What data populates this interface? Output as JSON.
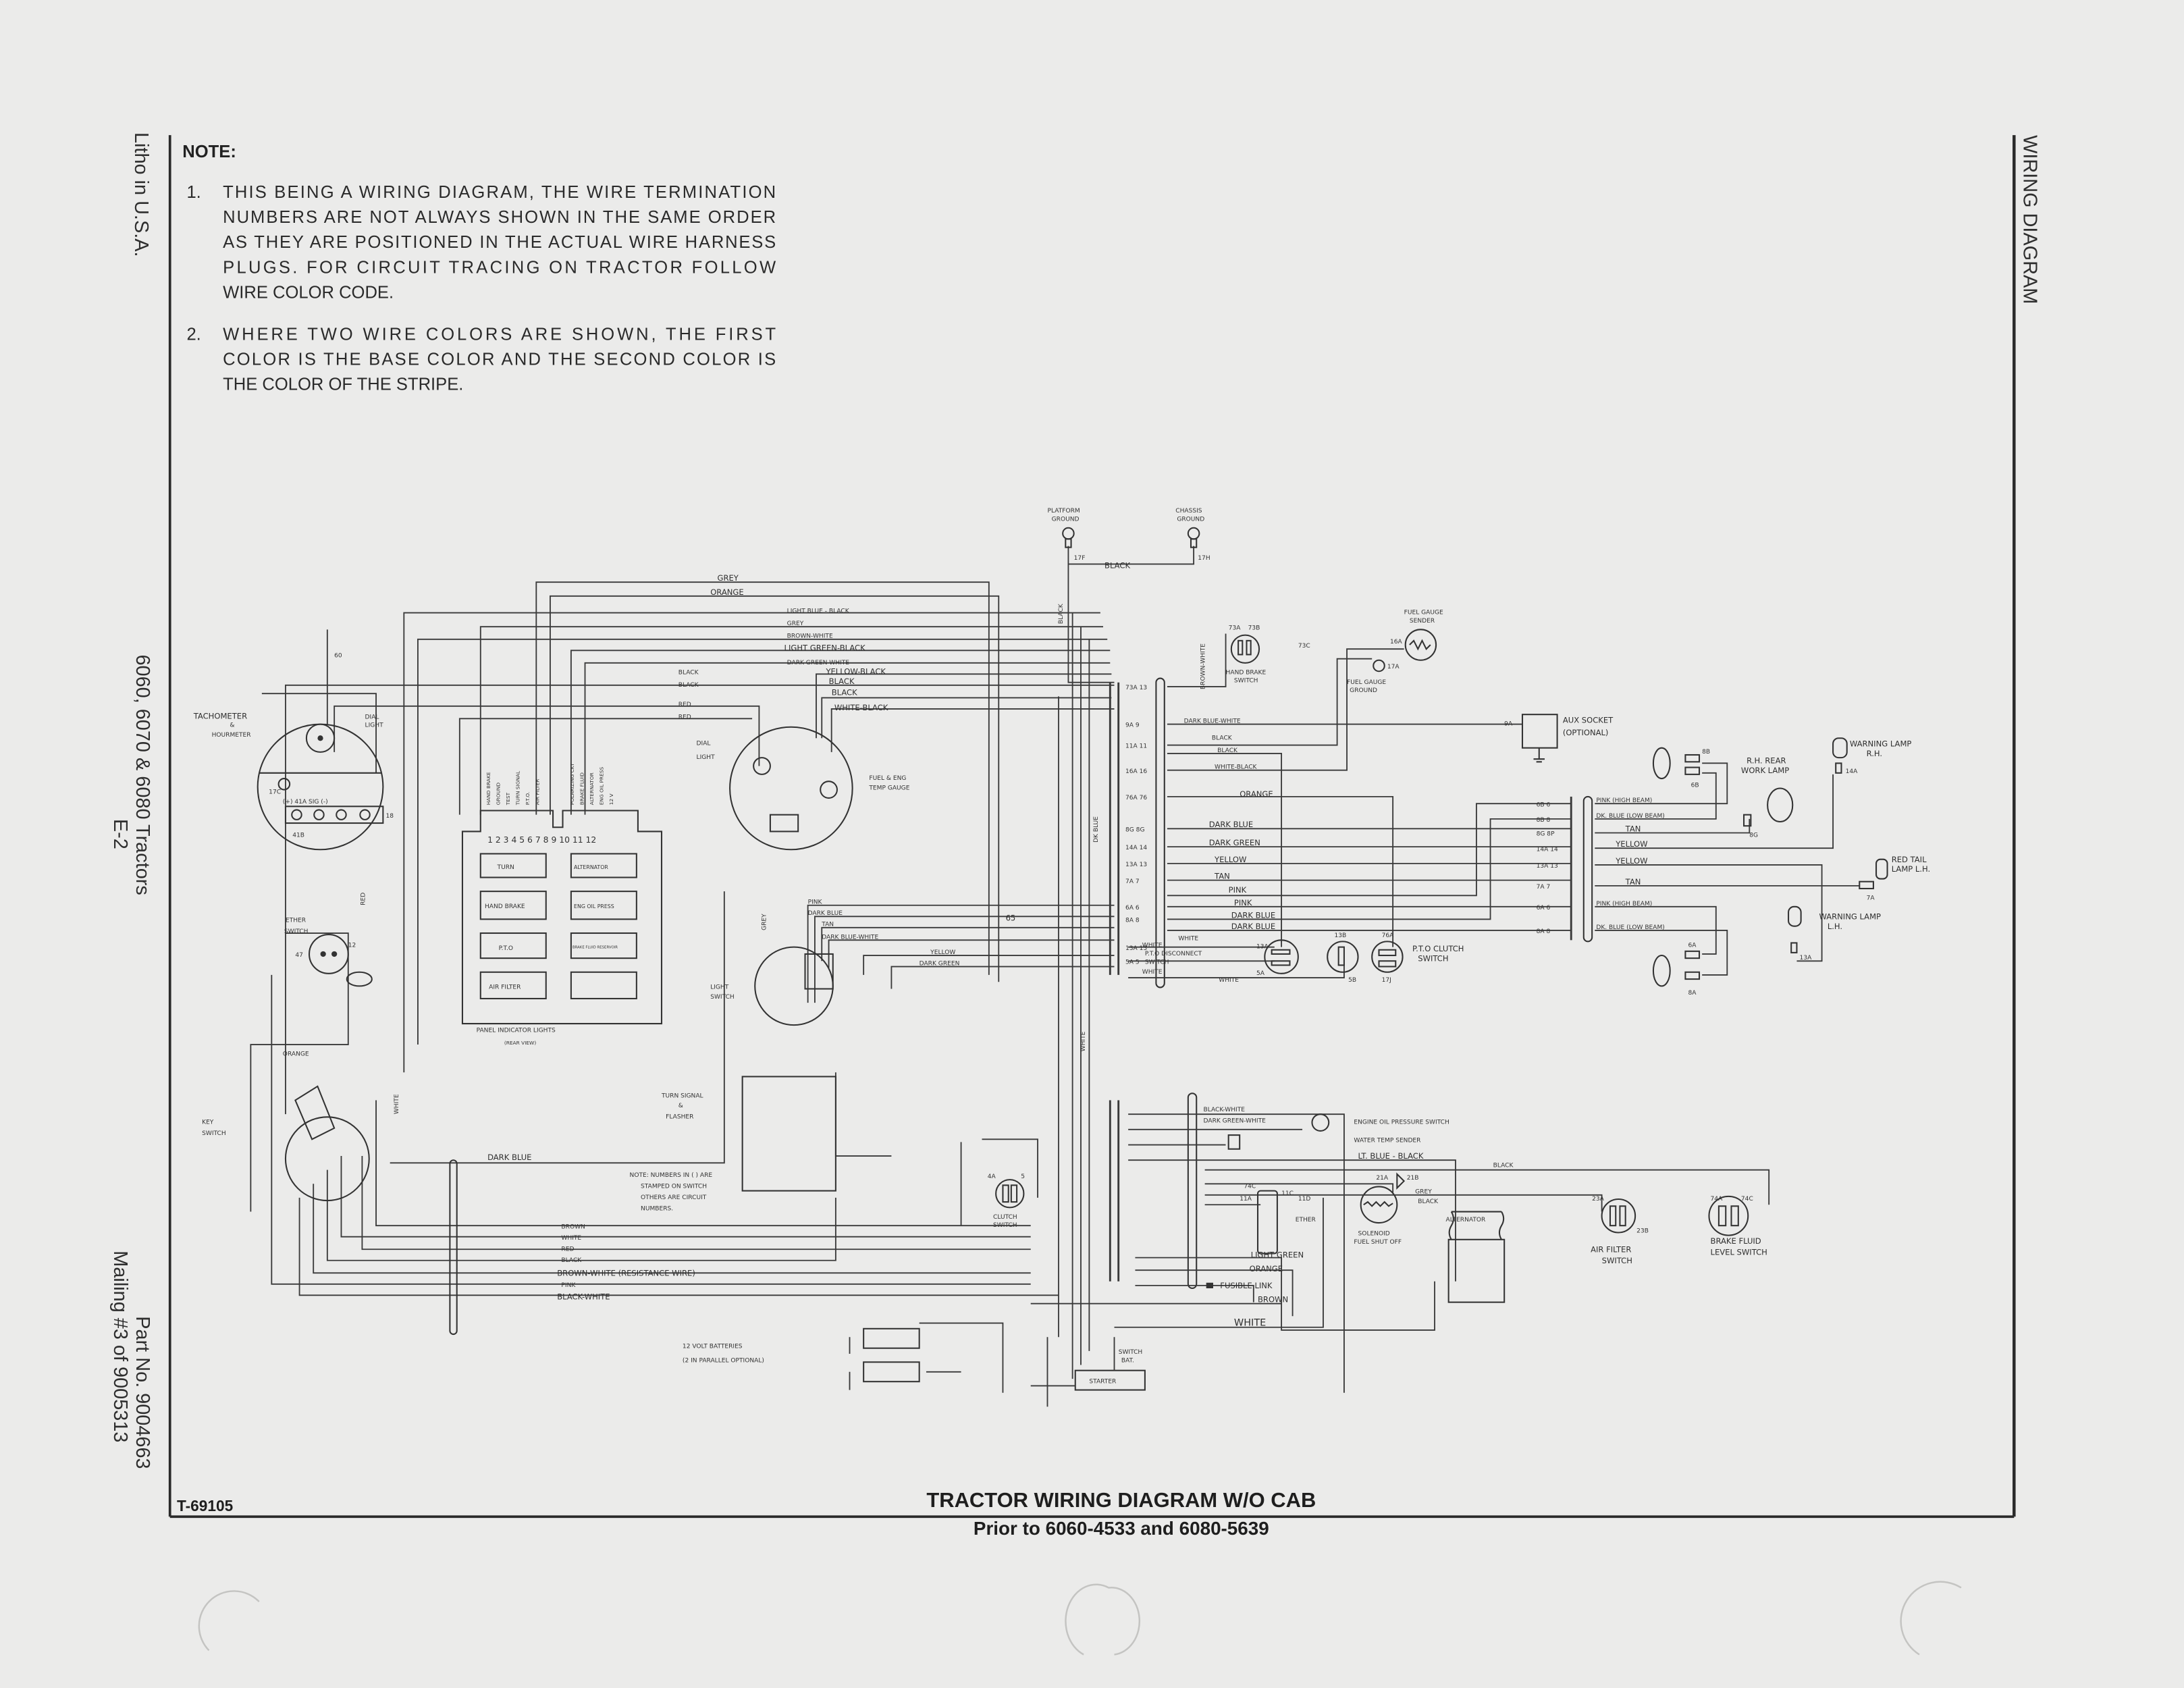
{
  "margin_left": {
    "litho": "Litho in U.S.A.",
    "models": "6060, 6070 & 6080 Tractors",
    "section": "E-2",
    "part_no": "Part No. 9004663",
    "mailing": "Mailing #3 of 9005313"
  },
  "margin_right": {
    "header": "WIRING DIAGRAM"
  },
  "note": {
    "heading": "NOTE:",
    "items": [
      {
        "num": "1.",
        "lines": [
          "THIS BEING A WIRING DIAGRAM, THE WIRE TERMINATION",
          "NUMBERS ARE NOT ALWAYS SHOWN IN THE SAME ORDER",
          "AS THEY ARE POSITIONED IN THE ACTUAL WIRE HARNESS",
          "PLUGS. FOR CIRCUIT TRACING ON TRACTOR FOLLOW",
          "WIRE COLOR CODE."
        ]
      },
      {
        "num": "2.",
        "lines": [
          "WHERE TWO WIRE COLORS ARE SHOWN, THE FIRST",
          "COLOR IS THE BASE COLOR AND THE SECOND COLOR IS",
          "THE COLOR OF THE STRIPE."
        ]
      }
    ]
  },
  "footer": {
    "drawing_no": "T-69105",
    "title": "TRACTOR WIRING DIAGRAM W/O CAB",
    "subtitle": "Prior to 6060-4533 and 6080-5639"
  },
  "components": {
    "platform_ground": [
      "PLATFORM",
      "GROUND"
    ],
    "chassis_ground": [
      "CHASSIS",
      "GROUND"
    ],
    "fuel_gauge_sender": [
      "FUEL GAUGE",
      "SENDER"
    ],
    "fuel_gauge_ground": [
      "FUEL GAUGE",
      "GROUND"
    ],
    "hand_brake_switch": [
      "HAND BRAKE",
      "SWITCH"
    ],
    "aux_socket": [
      "AUX SOCKET",
      "(OPTIONAL)"
    ],
    "rh_rear_work_lamp": [
      "R.H. REAR",
      "WORK LAMP"
    ],
    "warning_lamp_rh": [
      "WARNING LAMP",
      "R.H."
    ],
    "red_tail_lamp_lh": [
      "RED TAIL",
      "LAMP L.H."
    ],
    "warning_lamp_lh": [
      "WARNING LAMP",
      "L.H."
    ],
    "pto_clutch_switch": [
      "P.T.O CLUTCH",
      "SWITCH"
    ],
    "pto_disconnect_switch": [
      "P.T.O DISCONNECT",
      "SWITCH"
    ],
    "engine_oil_pressure_switch": "ENGINE OIL PRESSURE SWITCH",
    "water_temp_sender": "WATER TEMP SENDER",
    "ether": "ETHER",
    "solenoid": [
      "SOLENOID",
      "FUEL SHUT OFF"
    ],
    "alternator": "ALTERNATOR",
    "air_filter_switch": [
      "AIR FILTER",
      "SWITCH"
    ],
    "brake_fluid_level_switch": [
      "BRAKE FLUID",
      "LEVEL SWITCH"
    ],
    "starter": "STARTER",
    "switch_bat": [
      "SWITCH",
      "BAT."
    ],
    "batteries": [
      "12 VOLT BATTERIES",
      "(2 IN PARALLEL OPTIONAL)"
    ],
    "tachometer": [
      "TACHOMETER",
      "&",
      "HOURMETER"
    ],
    "dial_light": [
      "DIAL",
      "LIGHT"
    ],
    "fuel_temp_gauge": [
      "FUEL & ENG",
      "TEMP GAUGE"
    ],
    "ether_switch": [
      "ETHER",
      "SWITCH"
    ],
    "key_switch": [
      "KEY",
      "SWITCH"
    ],
    "light_switch": [
      "LIGHT",
      "SWITCH"
    ],
    "turn_signal": [
      "TURN SIGNAL",
      "&",
      "FLASHER"
    ],
    "clutch_switch": [
      "CLUTCH",
      "SWITCH"
    ],
    "numbers_note": [
      "NOTE: NUMBERS IN ( ) ARE",
      "STAMPED ON SWITCH",
      "OTHERS ARE CIRCUIT",
      "NUMBERS."
    ]
  },
  "panel": {
    "title": "PANEL INDICATOR LIGHTS",
    "subtitle": "(REAR VIEW)",
    "numbers": "1 2 3 4 5 6 7 8 9 10 11 12",
    "lights": [
      "TURN",
      "ALTERNATOR",
      "HAND BRAKE",
      "ENG OIL PRESS",
      "P.T.O",
      "BRAKE FLUID RESERVOIR",
      "AIR FILTER",
      ""
    ],
    "terminals": [
      "HAND BRAKE",
      "GROUND",
      "TEST",
      "TURN SIGNAL",
      "P.T.O.",
      "AIR FILTER",
      "POLARIZING CKT",
      "BRAKE FLUID",
      "ALTERNATOR",
      "ENG OIL PRESS",
      "12 V"
    ]
  },
  "wires": {
    "top": [
      "GREY",
      "ORANGE",
      "LIGHT BLUE - BLACK",
      "GREY",
      "BROWN-WHITE",
      "LIGHT GREEN-BLACK",
      "DARK GREEN-WHITE",
      "YELLOW-BLACK",
      "BLACK",
      "BLACK",
      "WHITE-BLACK",
      "BLACK",
      "BLACK",
      "RED",
      "RED"
    ],
    "ground_black": "BLACK",
    "main_harness": [
      "DARK BLUE-WHITE",
      "BLACK",
      "BLACK",
      "WHITE-BLACK",
      "ORANGE",
      "DARK BLUE",
      "DARK GREEN",
      "YELLOW",
      "TAN",
      "PINK",
      "PINK",
      "DARK BLUE",
      "DARK BLUE",
      "WHITE",
      "WHITE",
      "WHITE",
      "WHITE"
    ],
    "main_connector": [
      "73A 13",
      "9A 9",
      "11A 11",
      "16A 16",
      "76A 76",
      "8G 8G",
      "14A 14",
      "13A 13",
      "7A 7",
      "6A 6",
      "8A 8",
      "13A 13",
      "5A 5"
    ],
    "rear_harness": [
      "PINK (HIGH BEAM)",
      "DK. BLUE (LOW BEAM)",
      "TAN",
      "YELLOW",
      "YELLOW",
      "TAN",
      "PINK (HIGH BEAM)",
      "DK. BLUE (LOW BEAM)"
    ],
    "rear_connector": [
      "6B 6",
      "8B 8",
      "8G 8P",
      "14A 14",
      "13A 13",
      "7A 7",
      "6A 6",
      "8A 8"
    ],
    "light_switch": [
      "PINK",
      "DARK BLUE",
      "TAN",
      "DARK BLUE-WHITE",
      "YELLOW",
      "DARK GREEN"
    ],
    "engine": [
      "BLACK-WHITE",
      "DARK GREEN-WHITE",
      "LT. BLUE - BLACK",
      "GREY",
      "BLACK",
      "BLACK",
      "LIGHT GREEN",
      "ORANGE",
      "FUSIBLE LINK",
      "BROWN",
      "WHITE"
    ],
    "lower_left": [
      "DARK BLUE",
      "BROWN",
      "WHITE",
      "RED",
      "BLACK",
      "BROWN-WHITE (RESISTANCE WIRE)",
      "PINK",
      "BLACK-WHITE",
      "ORANGE"
    ],
    "vertical": [
      "BLACK",
      "DK BLUE",
      "WHITE",
      "BROWN-WHITE",
      "RED",
      "WHITE",
      "GREY"
    ]
  },
  "terminals": {
    "ground": [
      "17F",
      "17H",
      "17A",
      "16A",
      "73A",
      "73B",
      "73C",
      "9A"
    ],
    "rear": [
      "8B",
      "6B",
      "8G",
      "14A",
      "7A",
      "13A",
      "6A",
      "8A"
    ],
    "pto": [
      "13A",
      "5A",
      "13B",
      "76A",
      "5B",
      "17J"
    ],
    "engine": [
      "21A",
      "21B",
      "74C",
      "11A",
      "11C",
      "11D",
      "23A",
      "23B",
      "74A",
      "74C"
    ],
    "tach": [
      "60",
      "(+) 41A SIG (-)",
      "41B",
      "18",
      "17C"
    ],
    "ether": [
      "47",
      "12"
    ],
    "clutch": [
      "4A",
      "5"
    ],
    "misc": [
      "65"
    ]
  }
}
